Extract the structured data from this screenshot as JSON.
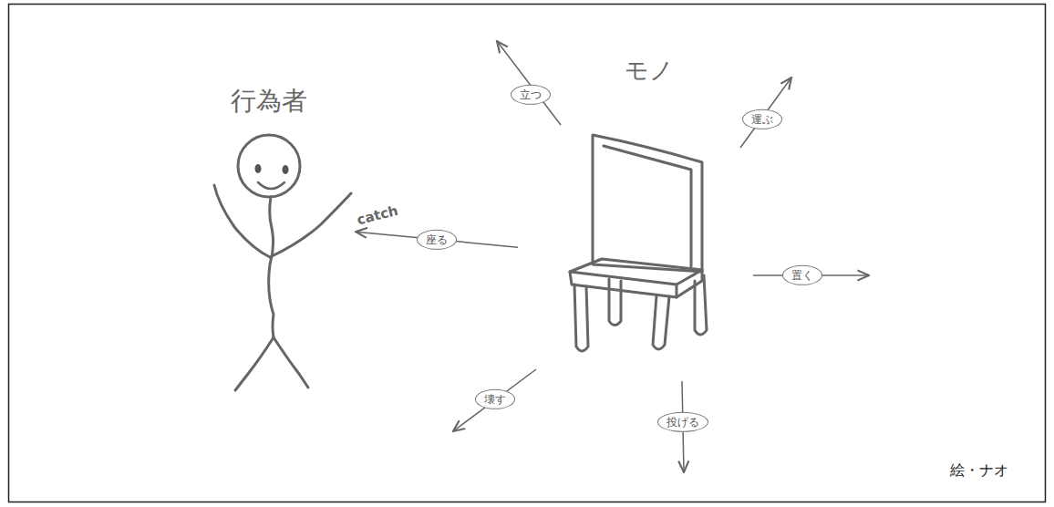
{
  "diagram": {
    "nodes": [
      {
        "text": [
          "行為者"
        ]
      },
      {
        "text": [
          "モノ"
        ]
      }
    ],
    "edges": [
      {
        "from": 1,
        "to": 0,
        "label": "座る",
        "arrow": "to"
      }
    ],
    "labels": [
      "立つ",
      "運ぶ",
      "catch",
      "置く",
      "壊す",
      "投げる",
      "絵・ナオ"
    ]
  }
}
